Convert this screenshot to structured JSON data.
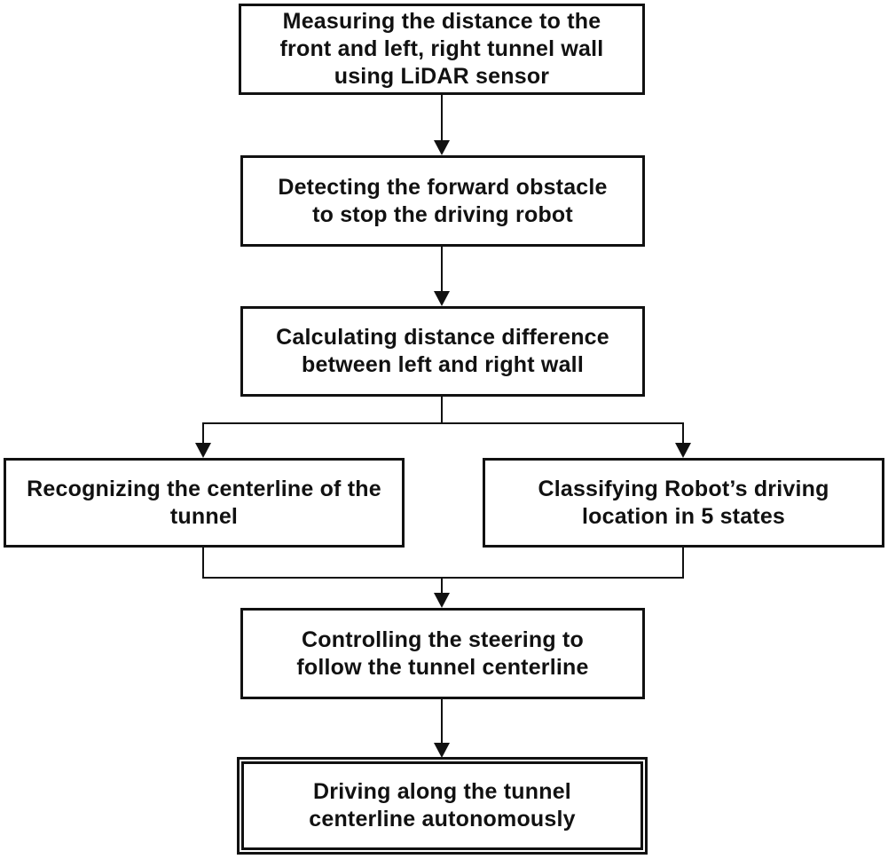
{
  "colors": {
    "line": "#111111",
    "background": "#ffffff"
  },
  "boxes": {
    "measure": {
      "text": "Measuring the distance to the\nfront and left, right tunnel wall\nusing LiDAR sensor"
    },
    "detect": {
      "text": "Detecting the forward obstacle\nto stop the driving robot"
    },
    "calculate": {
      "text": "Calculating distance difference\nbetween left and right wall"
    },
    "recognize": {
      "text": "Recognizing the centerline of the\ntunnel"
    },
    "classify": {
      "text": "Classifying Robot’s driving\nlocation in 5 states"
    },
    "control": {
      "text": "Controlling the steering to\nfollow the tunnel centerline"
    },
    "drive": {
      "text": "Driving along the tunnel\ncenterline autonomously"
    }
  }
}
